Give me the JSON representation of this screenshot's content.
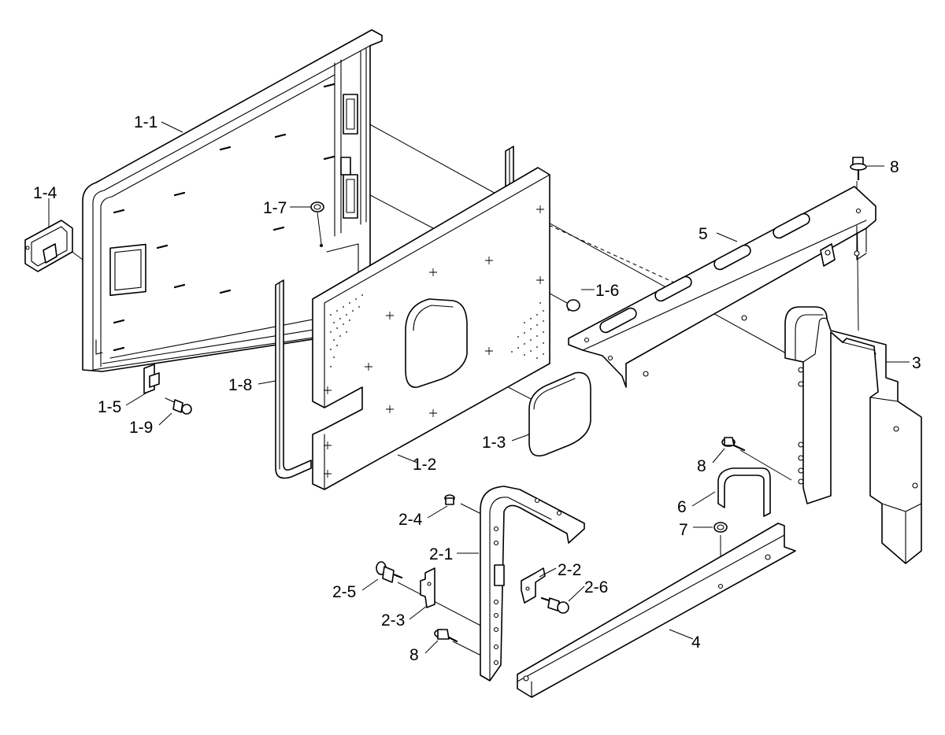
{
  "diagram": {
    "labels": [
      {
        "id": "1-1",
        "text": "1-1"
      },
      {
        "id": "1-2",
        "text": "1-2"
      },
      {
        "id": "1-3",
        "text": "1-3"
      },
      {
        "id": "1-4",
        "text": "1-4"
      },
      {
        "id": "1-5",
        "text": "1-5"
      },
      {
        "id": "1-6",
        "text": "1-6"
      },
      {
        "id": "1-7",
        "text": "1-7"
      },
      {
        "id": "1-8",
        "text": "1-8"
      },
      {
        "id": "1-9",
        "text": "1-9"
      },
      {
        "id": "2-1",
        "text": "2-1"
      },
      {
        "id": "2-2",
        "text": "2-2"
      },
      {
        "id": "2-3",
        "text": "2-3"
      },
      {
        "id": "2-4",
        "text": "2-4"
      },
      {
        "id": "2-5",
        "text": "2-5"
      },
      {
        "id": "2-6",
        "text": "2-6"
      },
      {
        "id": "3",
        "text": "3"
      },
      {
        "id": "4",
        "text": "4"
      },
      {
        "id": "5",
        "text": "5"
      },
      {
        "id": "6",
        "text": "6"
      },
      {
        "id": "7",
        "text": "7"
      },
      {
        "id": "8a",
        "text": "8"
      },
      {
        "id": "8b",
        "text": "8"
      },
      {
        "id": "8c",
        "text": "8"
      }
    ],
    "colors": {
      "line": "#000000",
      "background": "#ffffff"
    }
  }
}
